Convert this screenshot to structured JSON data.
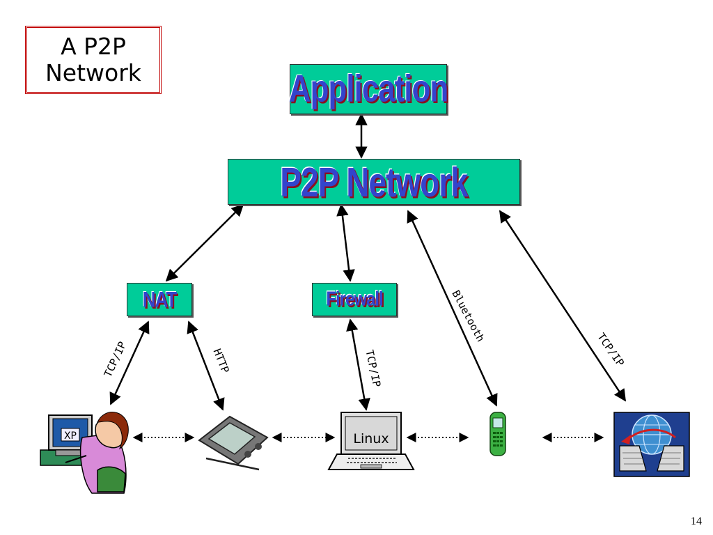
{
  "slide": {
    "title_line1": "A P2P",
    "title_line2": "Network",
    "page_number": "14"
  },
  "boxes": {
    "application": "Application",
    "p2p_network": "P2P Network",
    "nat": "NAT",
    "firewall": "Firewall"
  },
  "edge_labels": {
    "nat_xp": "TCP/IP",
    "nat_pda": "HTTP",
    "firewall_linux": "TCP/IP",
    "p2p_phone": "Bluetooth",
    "p2p_server": "TCP/IP"
  },
  "devices": {
    "xp_label": "XP",
    "linux_label": "Linux"
  },
  "colors": {
    "box_fill": "#00cc99",
    "box_text": "#3344cc",
    "title_border": "#c00000"
  },
  "icons": [
    "woman-at-xp-computer-icon",
    "pda-icon",
    "linux-laptop-icon",
    "mobile-phone-icon",
    "networked-computers-globe-icon"
  ]
}
